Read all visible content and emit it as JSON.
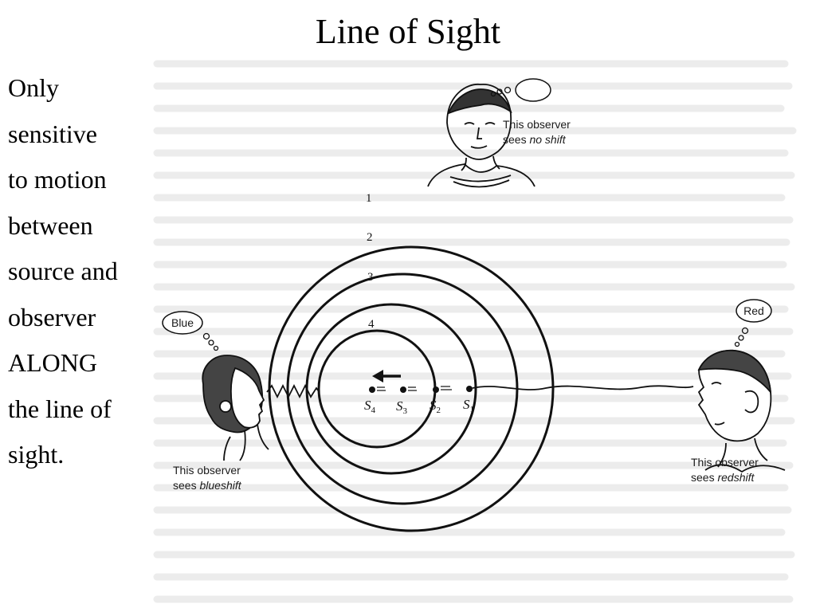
{
  "slide": {
    "title": "Line of Sight",
    "side_text": [
      "Only",
      "sensitive",
      "to motion",
      "between",
      "source and",
      "observer",
      "ALONG",
      "the line of",
      "sight."
    ]
  },
  "figure": {
    "ring_labels": [
      "1",
      "2",
      "3",
      "4"
    ],
    "sources": [
      {
        "letter": "S",
        "index": "4"
      },
      {
        "letter": "S",
        "index": "3"
      },
      {
        "letter": "S",
        "index": "2"
      },
      {
        "letter": "S",
        "index": "1"
      }
    ],
    "observers": {
      "top": {
        "caption_1": "This observer",
        "caption_2_prefix": "sees ",
        "caption_2_emph": "no shift"
      },
      "left": {
        "thought": "Blue",
        "caption_1": "This observer",
        "caption_2_prefix": "sees ",
        "caption_2_emph": "blueshift"
      },
      "right": {
        "thought": "Red",
        "caption_1": "This observer",
        "caption_2_prefix": "sees ",
        "caption_2_emph": "redshift"
      }
    },
    "colors": {
      "ink": "#111111",
      "faded_text": "#ececec",
      "background": "#ffffff"
    }
  }
}
